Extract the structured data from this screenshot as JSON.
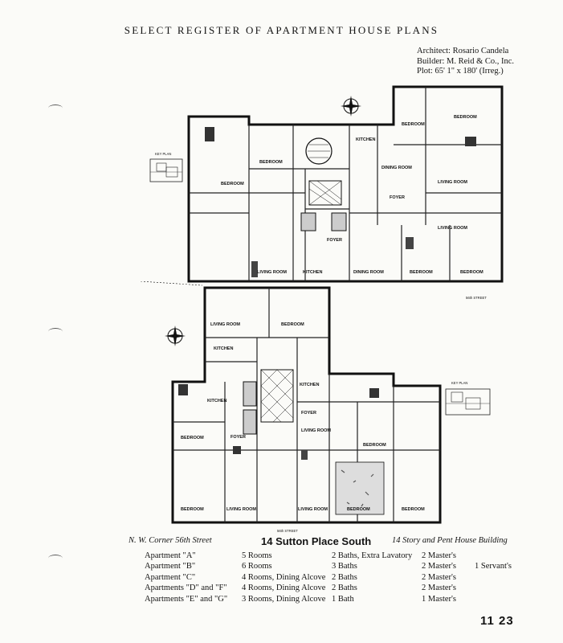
{
  "header": {
    "title": "SELECT REGISTER OF APARTMENT HOUSE PLANS",
    "architect": "Architect: Rosario Candela",
    "builder": "Builder: M. Reid & Co., Inc.",
    "plot": "Plot: 65' 1\" x 180' (Irreg.)"
  },
  "upper_plan": {
    "rooms": [
      {
        "label": "BEDROOM"
      },
      {
        "label": "BEDROOM"
      },
      {
        "label": "BEDROOM"
      },
      {
        "label": "BEDROOM"
      },
      {
        "label": "DINING ROOM"
      },
      {
        "label": "LIVING ROOM"
      },
      {
        "label": "LIVING ROOM"
      },
      {
        "label": "KITCHEN"
      },
      {
        "label": "FOYER"
      },
      {
        "label": "LIVING ROOM"
      },
      {
        "label": "DINING ROOM"
      },
      {
        "label": "BEDROOM"
      },
      {
        "label": "BEDROOM"
      },
      {
        "label": "KITCHEN"
      },
      {
        "label": "FOYER"
      }
    ],
    "key_plan_label": "KEY PLAN",
    "street_label": "56th STREET"
  },
  "lower_plan": {
    "rooms": [
      {
        "label": "LIVING ROOM"
      },
      {
        "label": "BEDROOM"
      },
      {
        "label": "KITCHEN"
      },
      {
        "label": "BEDROOM"
      },
      {
        "label": "LIVING ROOM"
      },
      {
        "label": "BEDROOM"
      },
      {
        "label": "KITCHEN"
      },
      {
        "label": "FOYER"
      },
      {
        "label": "BEDROOM"
      },
      {
        "label": "LIVING ROOM"
      },
      {
        "label": "LIVING ROOM"
      },
      {
        "label": "BEDROOM"
      },
      {
        "label": "BEDROOM"
      },
      {
        "label": "KITCHEN"
      },
      {
        "label": "FOYER"
      }
    ],
    "key_plan_label": "KEY PLAN",
    "street_label": "56th STREET"
  },
  "caption": {
    "location": "N. W. Corner 56th Street",
    "address": "14 Sutton Place South",
    "building": "14 Story and Pent House Building"
  },
  "apartments": [
    {
      "name": "Apartment \"A\"",
      "rooms": "5 Rooms",
      "baths": "2 Baths, Extra Lavatory",
      "masters": "2 Master's",
      "servants": ""
    },
    {
      "name": "Apartment \"B\"",
      "rooms": "6 Rooms",
      "baths": "3 Baths",
      "masters": "2 Master's",
      "servants": "1 Servant's"
    },
    {
      "name": "Apartment \"C\"",
      "rooms": "4 Rooms, Dining Alcove",
      "baths": "2 Baths",
      "masters": "2 Master's",
      "servants": ""
    },
    {
      "name": "Apartments \"D\" and \"F\"",
      "rooms": "4 Rooms, Dining Alcove",
      "baths": "2 Baths",
      "masters": "2 Master's",
      "servants": ""
    },
    {
      "name": "Apartments \"E\" and \"G\"",
      "rooms": "3 Rooms, Dining Alcove",
      "baths": "1 Bath",
      "masters": "1 Master's",
      "servants": ""
    }
  ],
  "page_number": "11 23"
}
